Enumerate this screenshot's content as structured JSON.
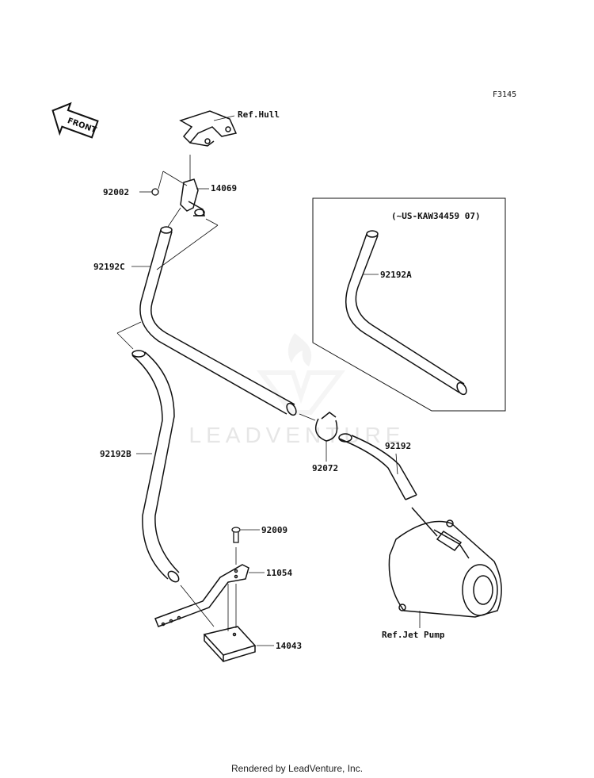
{
  "figure_code": "F3145",
  "front_marker": "FRONT",
  "watermark": "LEADVENTURE",
  "callouts": {
    "ref_hull": "Ref.Hull",
    "p14069": "14069",
    "p92002": "92002",
    "p92192C": "92192C",
    "serial_note": "(~US-KAW34459  07)",
    "p92192A": "92192A",
    "p92192B": "92192B",
    "p92072": "92072",
    "p92192": "92192",
    "p92009": "92009",
    "p11054": "11054",
    "p14043": "14043",
    "ref_jet_pump": "Ref.Jet Pump"
  },
  "footer": "Rendered by LeadVenture, Inc."
}
